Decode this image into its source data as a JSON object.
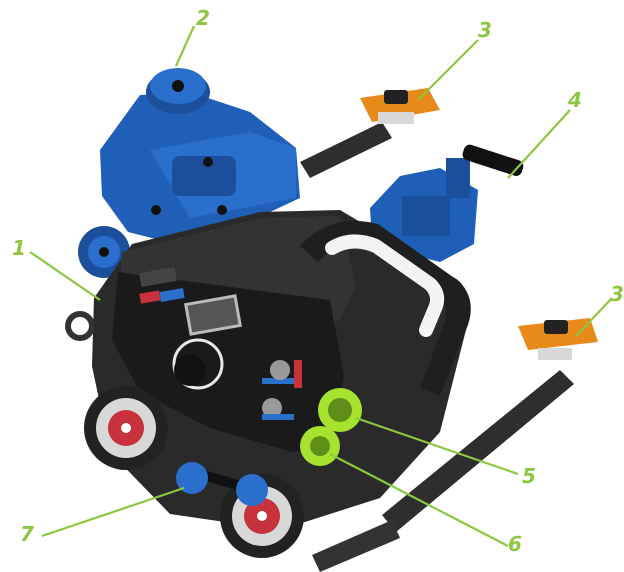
{
  "figure": {
    "callouts": [
      "1",
      "2",
      "3",
      "3",
      "4",
      "5",
      "6",
      "7"
    ]
  },
  "colors": {
    "callout_green": "#8dc63f",
    "body_black": "#2a2a2a",
    "carriage_blue": "#1f5fb8",
    "clamp_orange": "#e88a1a",
    "knob_green": "#a6e22e",
    "wheel_red": "#c8323c"
  },
  "icons": {
    "main_knob": "dial-knob-icon",
    "switches": "toggle-switch-icon",
    "connectors": "circular-connector-icon"
  }
}
